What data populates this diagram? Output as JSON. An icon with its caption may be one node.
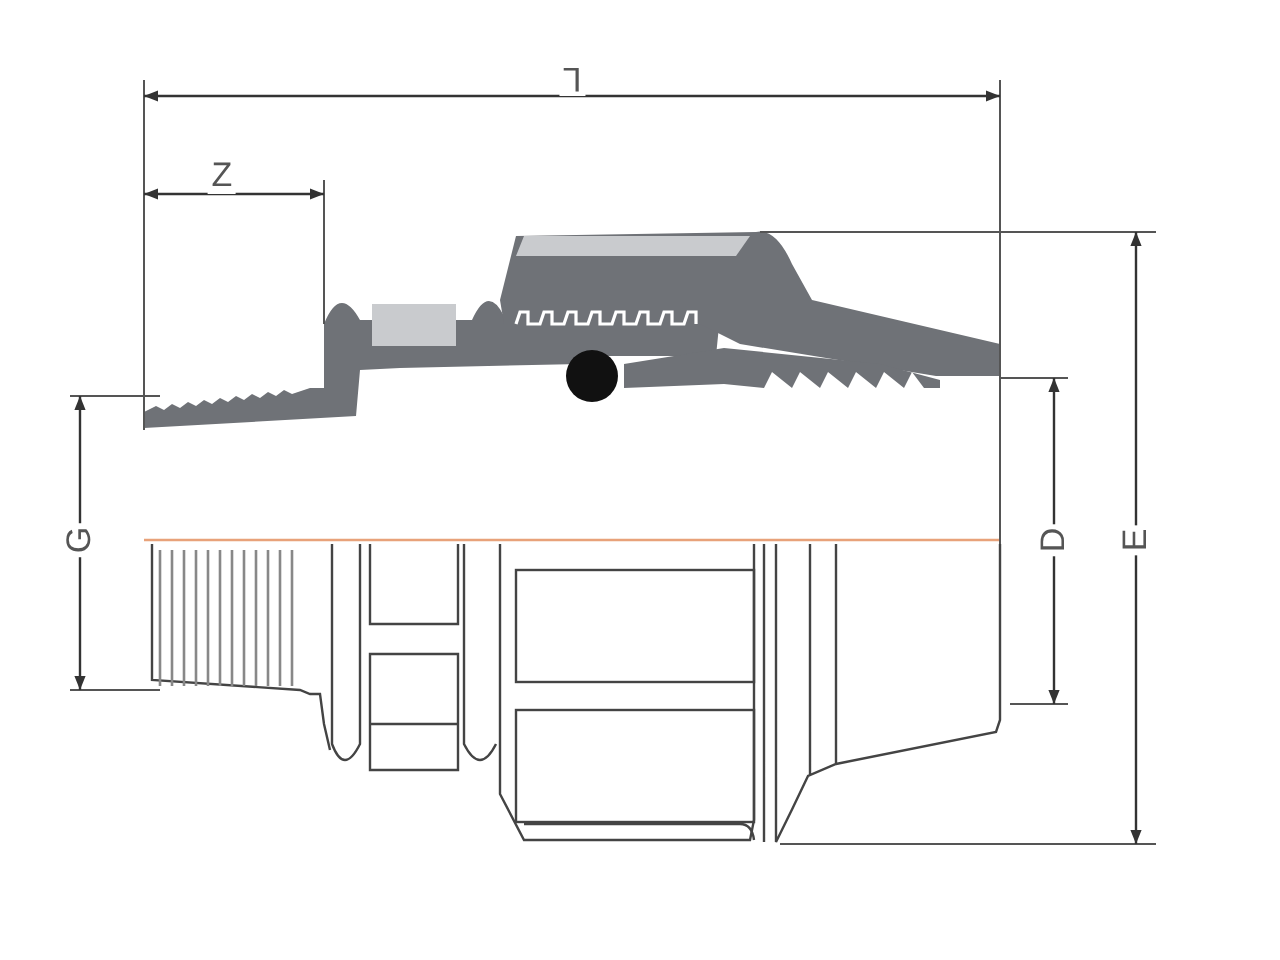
{
  "diagram": {
    "labels": [
      "L",
      "Z",
      "G",
      "D",
      "E"
    ]
  }
}
